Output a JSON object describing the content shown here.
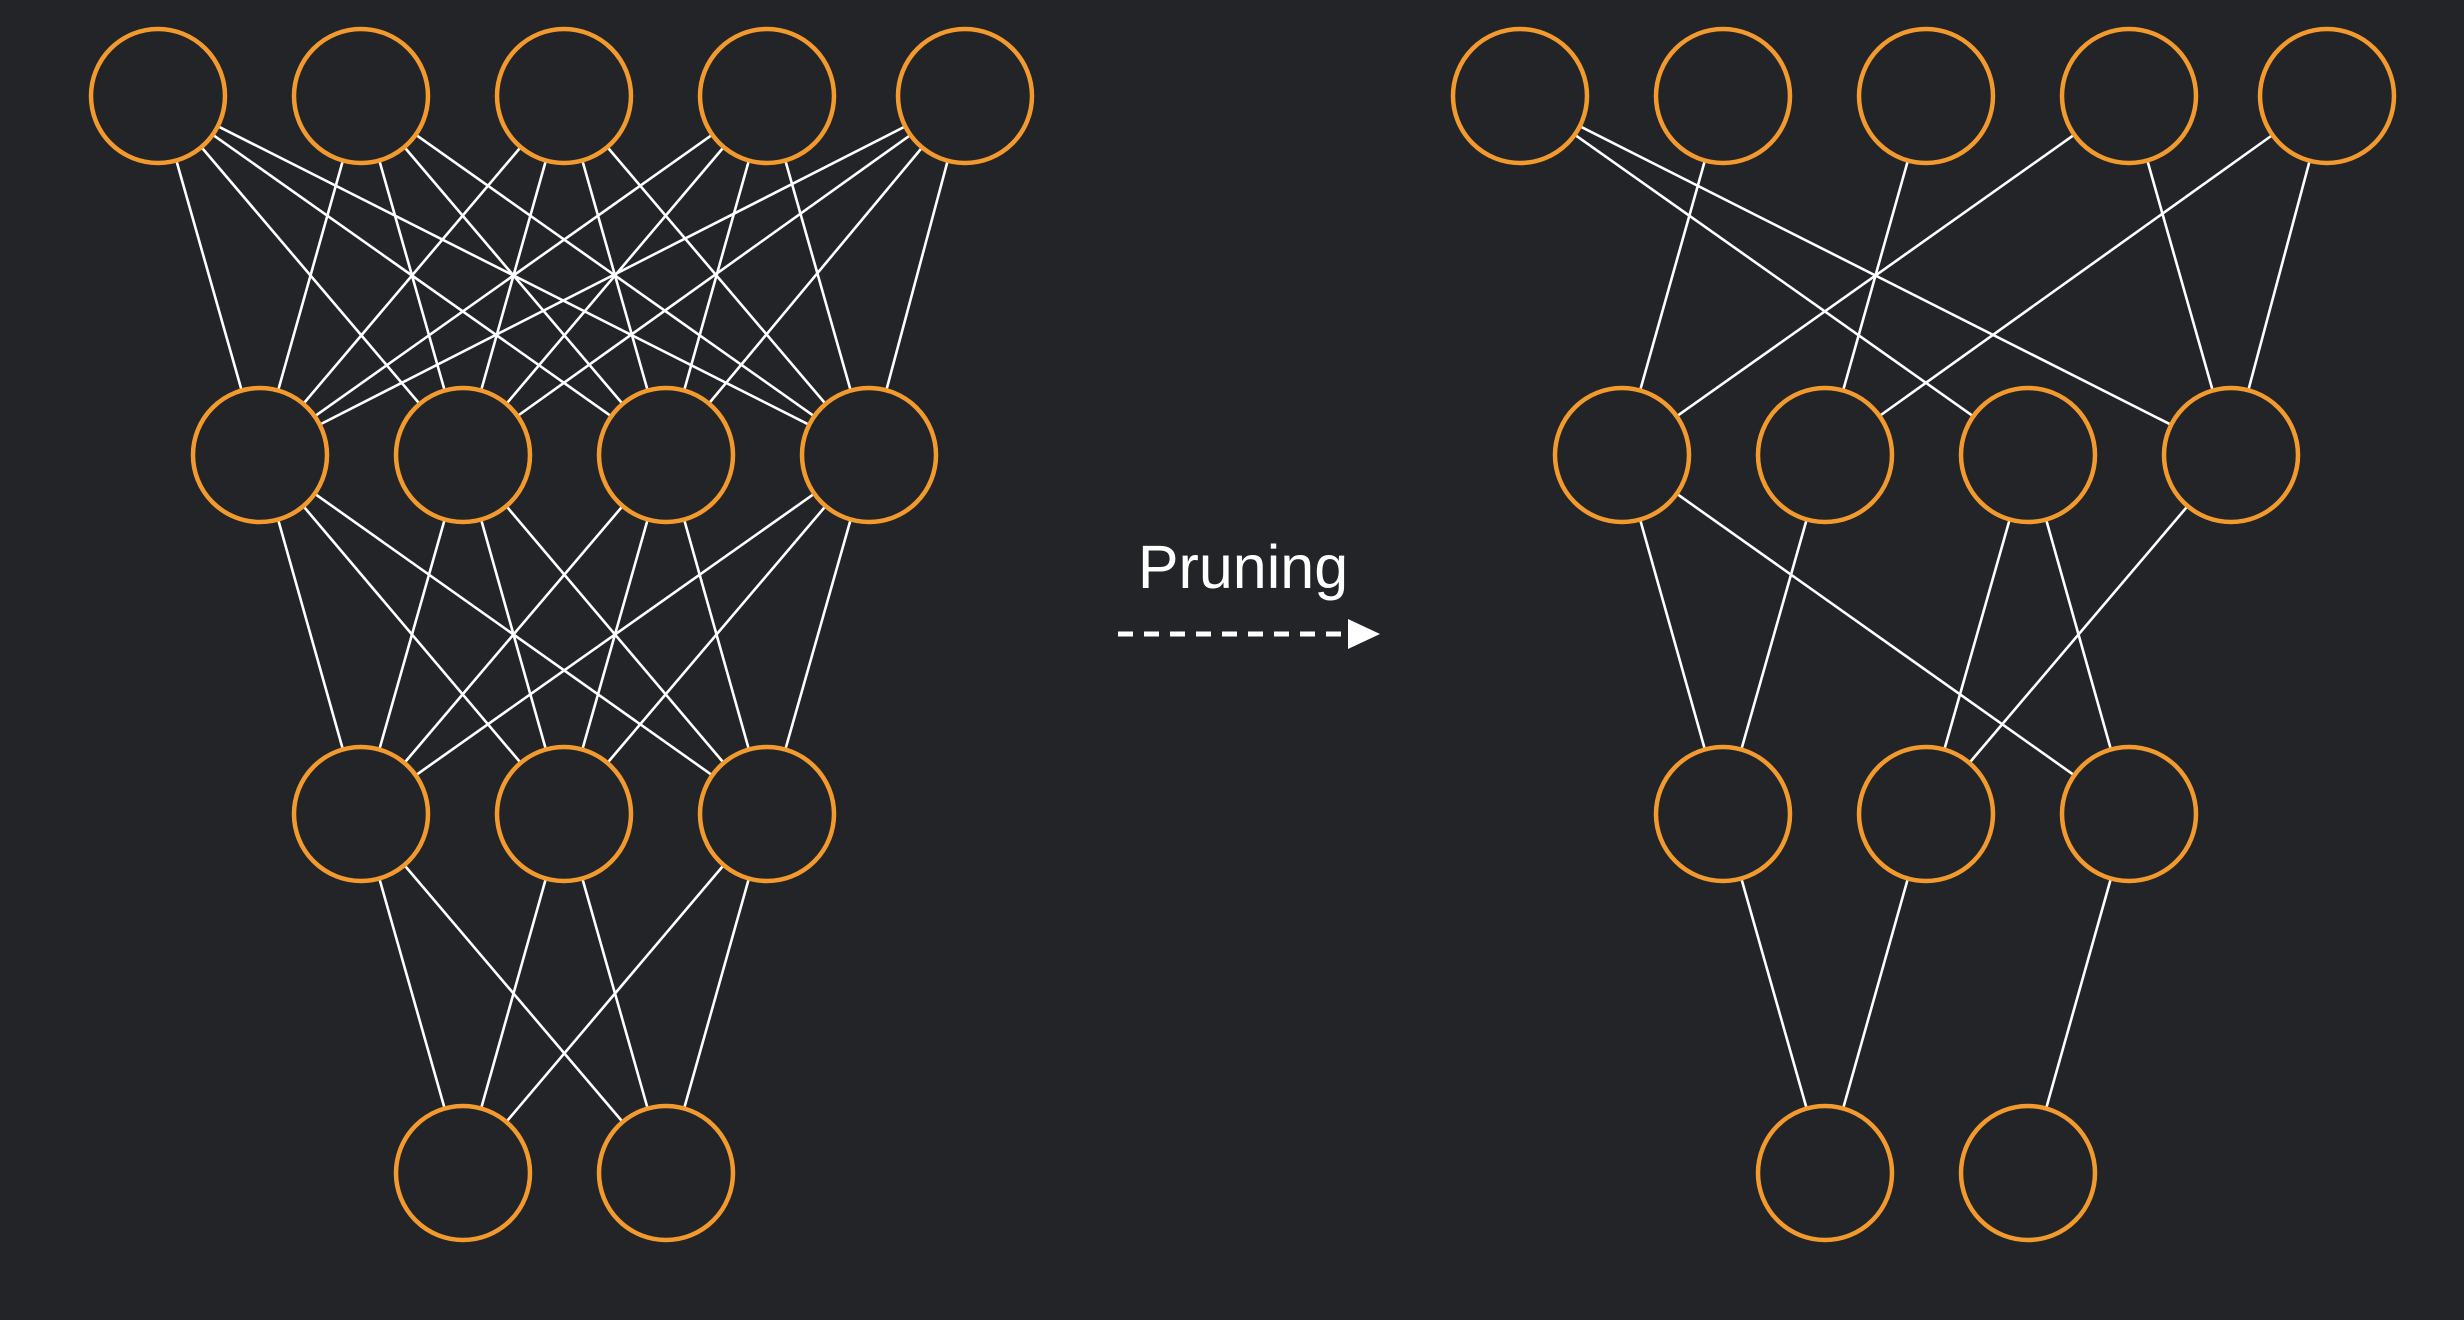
{
  "colors": {
    "background": "#232427",
    "neuron_stroke": "#f39a2e",
    "edge": "#ffffff",
    "text": "#ffffff"
  },
  "arrow": {
    "label": "Pruning",
    "style": "dashed"
  },
  "networks": [
    {
      "name": "dense-network",
      "layers": [
        5,
        4,
        3,
        2
      ],
      "connections": "all"
    },
    {
      "name": "pruned-network",
      "layers": [
        5,
        4,
        3,
        2
      ],
      "connections": [
        [
          0,
          0,
          3
        ],
        [
          0,
          0,
          2
        ],
        [
          0,
          1,
          0
        ],
        [
          0,
          2,
          1
        ],
        [
          0,
          3,
          0
        ],
        [
          0,
          3,
          3
        ],
        [
          0,
          4,
          1
        ],
        [
          0,
          4,
          3
        ],
        [
          1,
          0,
          0
        ],
        [
          1,
          0,
          2
        ],
        [
          1,
          1,
          0
        ],
        [
          1,
          2,
          1
        ],
        [
          1,
          2,
          2
        ],
        [
          1,
          3,
          1
        ],
        [
          2,
          0,
          0
        ],
        [
          2,
          1,
          0
        ],
        [
          2,
          2,
          1
        ]
      ]
    }
  ]
}
